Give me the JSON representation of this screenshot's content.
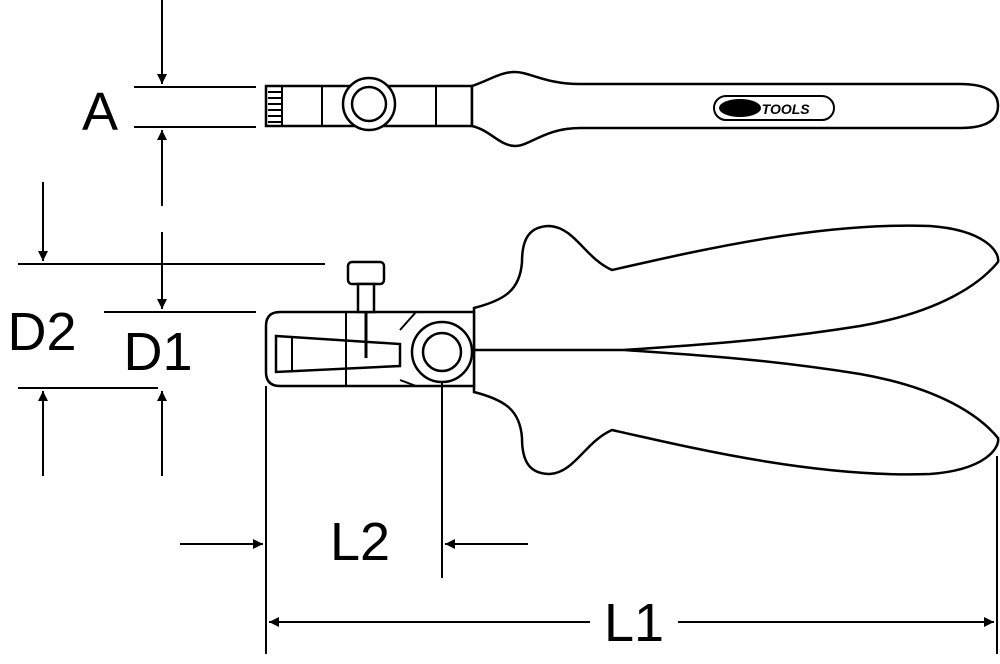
{
  "labels": {
    "A": "A",
    "D2": "D2",
    "D1": "D1",
    "L2": "L2",
    "L1": "L1"
  },
  "brand": {
    "logo_text": "KS TOOLS"
  },
  "colors": {
    "line": "#000000",
    "background": "#ffffff"
  }
}
